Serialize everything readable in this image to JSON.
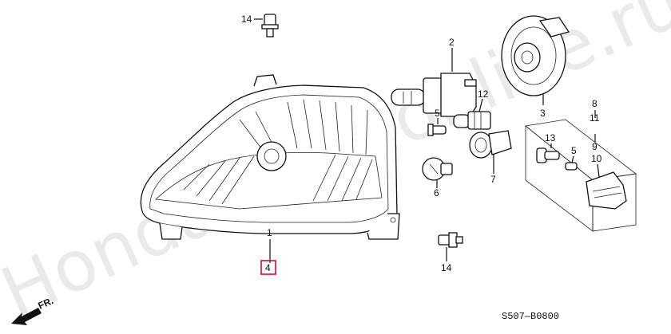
{
  "watermark": "HondaParts.online.ru",
  "callouts": {
    "c14a": "14",
    "c2": "2",
    "c5a": "5",
    "c12": "12",
    "c3": "3",
    "c8": "8",
    "c11": "11",
    "c9": "9",
    "c13": "13",
    "c5b": "5",
    "c10": "10",
    "c6": "6",
    "c7": "7",
    "c1": "1",
    "c4": "4",
    "c14b": "14"
  },
  "direction_label": "FR.",
  "diagram_code": "S507—B0800",
  "colors": {
    "highlight_box": "#c8102e",
    "line": "#111111"
  }
}
